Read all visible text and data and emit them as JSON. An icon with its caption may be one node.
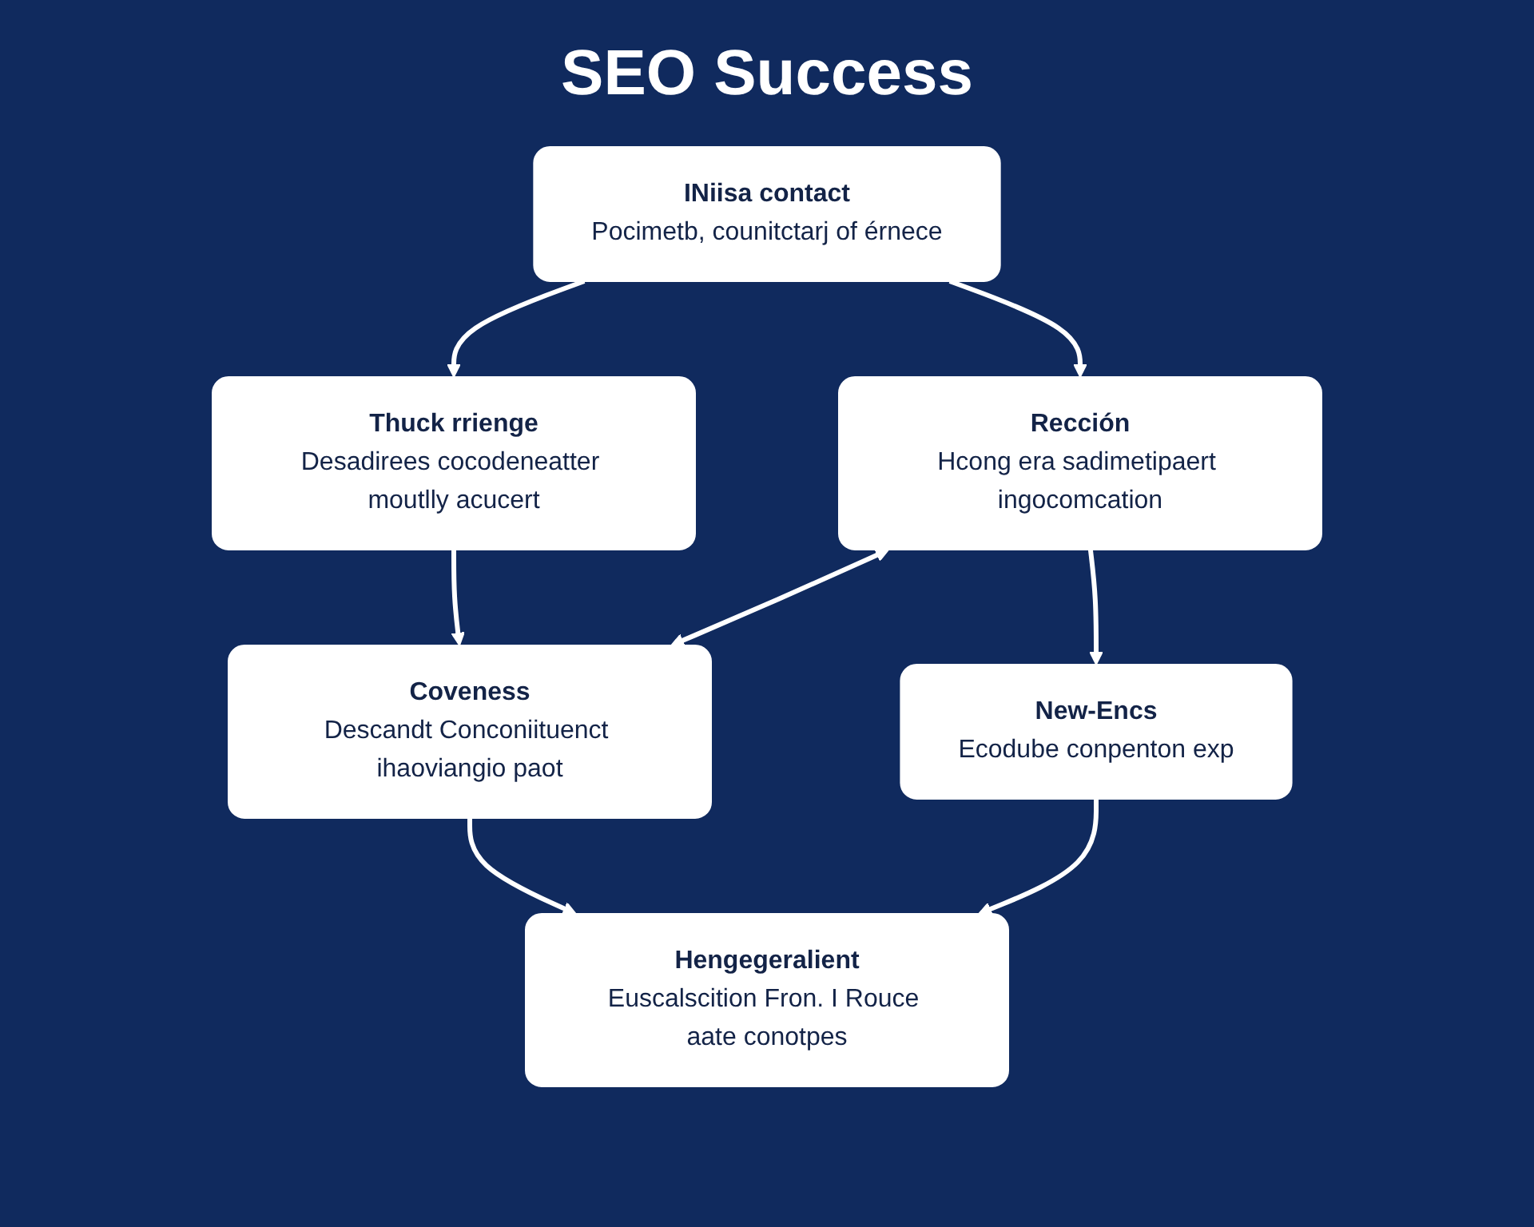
{
  "diagram": {
    "title": "SEO Success",
    "nodes": [
      {
        "text": [
          "INiisa contact",
          "Pocimetb, counitctarj of érnece"
        ]
      },
      {
        "text": [
          "Thuck rrienge",
          "Desadirees cocodeneatter moutlly acucert"
        ]
      },
      {
        "text": [
          "Rección",
          "Hcong era sadimetipaert ingocomcation"
        ]
      },
      {
        "text": [
          "Coveness",
          "Descandt Conconiituenct ihaoviangio paot"
        ]
      },
      {
        "text": [
          "New-Encs",
          "Ecodube conpenton exp"
        ]
      },
      {
        "text": [
          "Hengegeralient",
          "Euscalscition Fron. I Rouce aate conotpes"
        ]
      }
    ],
    "edges": [
      {
        "from": 0,
        "to": 1,
        "arrow": "to"
      },
      {
        "from": 0,
        "to": 2,
        "arrow": "to"
      },
      {
        "from": 1,
        "to": 3,
        "arrow": "to"
      },
      {
        "from": 2,
        "to": 3,
        "arrow": "both"
      },
      {
        "from": 2,
        "to": 4,
        "arrow": "to"
      },
      {
        "from": 3,
        "to": 5,
        "arrow": "to"
      },
      {
        "from": 4,
        "to": 5,
        "arrow": "to"
      }
    ]
  }
}
